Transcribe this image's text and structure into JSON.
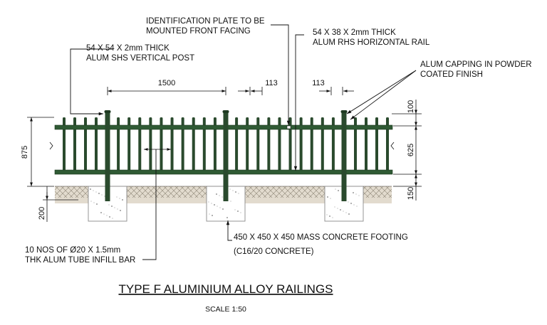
{
  "title": "TYPE F ALUMINIUM ALLOY RAILINGS",
  "scale": "SCALE 1:50",
  "labels": {
    "post_line1": "54 X 54 X 2mm THICK",
    "post_line2": "ALUM SHS VERTICAL POST",
    "plate_line1": "IDENTIFICATION PLATE TO BE",
    "plate_line2": "MOUNTED FRONT FACING",
    "rail_line1": "54 X 38 X 2mm THICK",
    "rail_line2": "ALUM RHS HORIZONTAL RAIL",
    "capping_line1": "ALUM CAPPING IN POWDER",
    "capping_line2": "COATED FINISH",
    "infill_line1": "10 NOS OF Ø20 X 1.5mm",
    "infill_line2": "THK ALUM TUBE INFILL BAR",
    "footing_line1": "450 X 450 X 450 MASS CONCRETE FOOTING",
    "footing_line2": "(C16/20 CONCRETE)"
  },
  "dimensions": {
    "post_spacing": "1500",
    "bar_gap_1": "113",
    "bar_gap_2": "113",
    "overall_height": "875",
    "footing_depth": "200",
    "top_offset": "100",
    "rail_spacing": "625",
    "bottom_clearance": "150"
  },
  "colors": {
    "railing": "#2a4a2d",
    "ground": "#e2dbce",
    "line": "#111111"
  }
}
